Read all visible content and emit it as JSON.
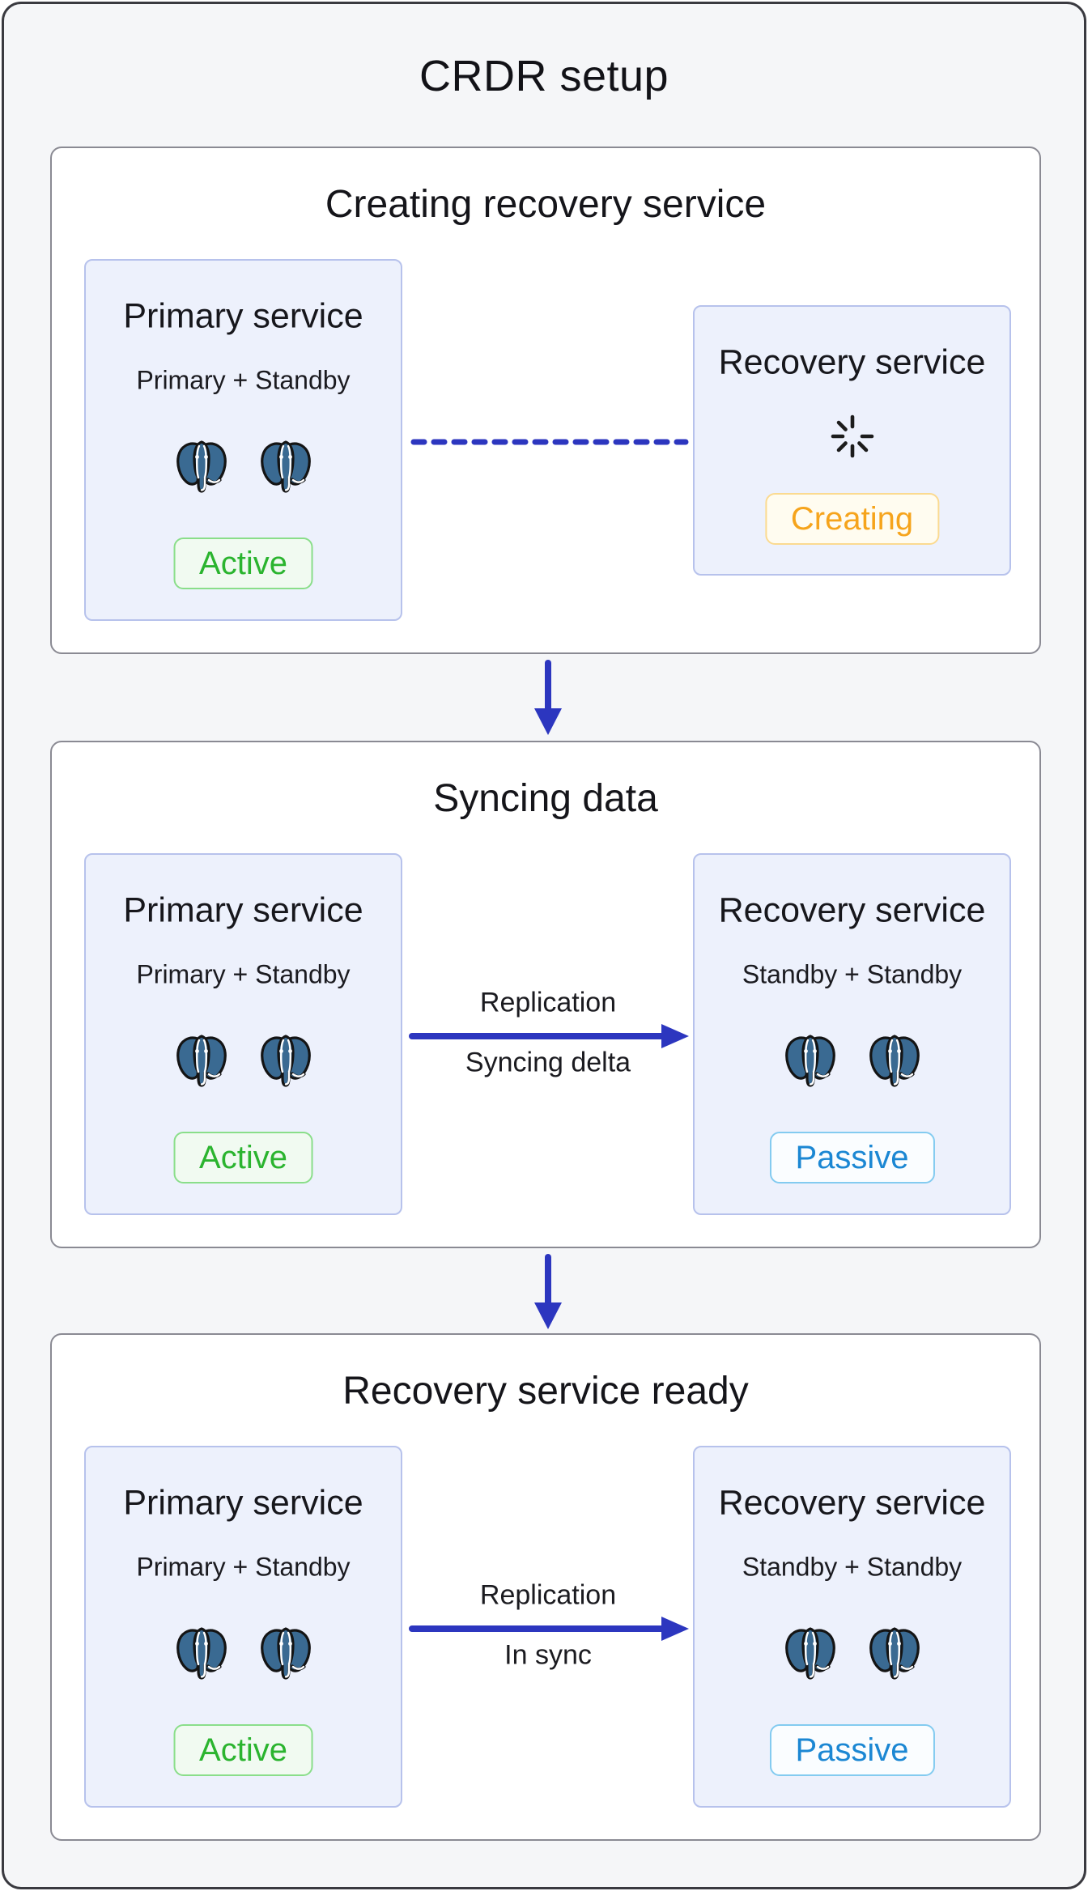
{
  "diagram": {
    "title": "CRDR setup"
  },
  "colors": {
    "frame_background": "#f5f6f8",
    "stage_background": "#ffffff",
    "service_box_background": "#edf1fc",
    "service_box_border": "#b7c2ec",
    "connector_blue": "#2c36bf",
    "active_green": "#2bb42f",
    "creating_orange": "#f6a41c",
    "passive_blue": "#1b87d3",
    "postgres_blue": "#3a6a92"
  },
  "icons": {
    "database": "postgresql-elephant-icon",
    "loading": "loading-spinner-icon",
    "stage_flow": "flow-down-arrow",
    "replication_flow": "replication-right-arrow"
  },
  "stages": [
    {
      "title": "Creating recovery service",
      "primary": {
        "title": "Primary service",
        "subtitle": "Primary + Standby",
        "status": "Active"
      },
      "recovery": {
        "title": "Recovery service",
        "status": "Creating"
      }
    },
    {
      "title": "Syncing data",
      "primary": {
        "title": "Primary service",
        "subtitle": "Primary + Standby",
        "status": "Active"
      },
      "recovery": {
        "title": "Recovery service",
        "subtitle": "Standby + Standby",
        "status": "Passive"
      },
      "connector": {
        "top": "Replication",
        "bottom": "Syncing delta"
      }
    },
    {
      "title": "Recovery service ready",
      "primary": {
        "title": "Primary service",
        "subtitle": "Primary + Standby",
        "status": "Active"
      },
      "recovery": {
        "title": "Recovery service",
        "subtitle": "Standby + Standby",
        "status": "Passive"
      },
      "connector": {
        "top": "Replication",
        "bottom": "In sync"
      }
    }
  ]
}
